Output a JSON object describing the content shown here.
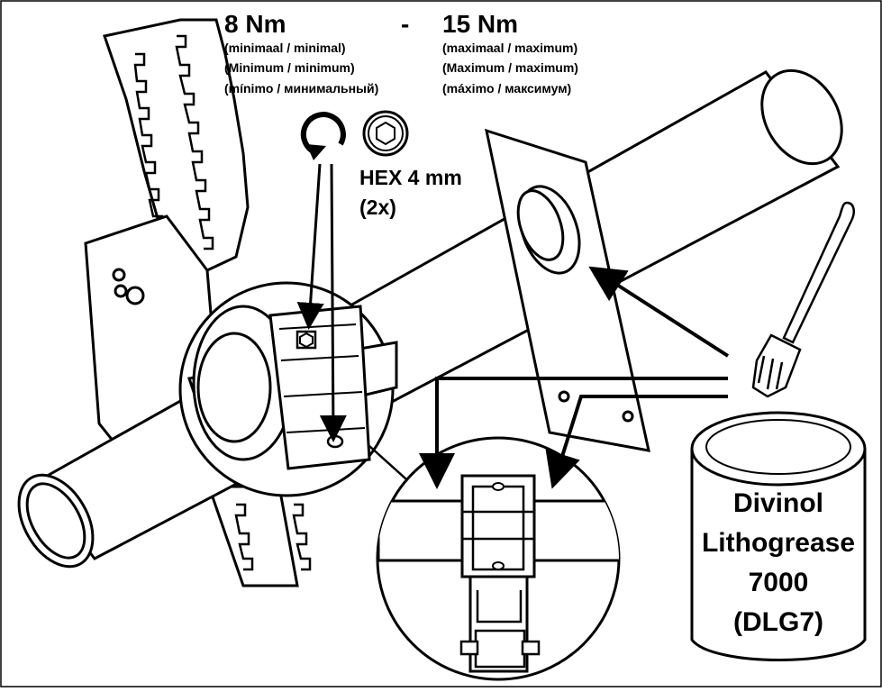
{
  "torque": {
    "min_value": "8 Nm",
    "separator": "-",
    "max_value": "15 Nm",
    "min_labels": [
      "(minimaal / minimal)",
      "(Minimum / minimum)",
      "(mínimo / минимальный)"
    ],
    "max_labels": [
      "(maximaal / maximum)",
      "(Maximum / maximum)",
      "(máximo / максимум)"
    ]
  },
  "hex": {
    "label": "HEX 4 mm",
    "count": "(2x)"
  },
  "grease": {
    "lines": [
      "Divinol",
      "Lithogrease",
      "7000",
      "(DLG7)"
    ]
  },
  "icons": [
    "rotate-clockwise-icon",
    "hex-socket-icon",
    "brush-icon",
    "grease-can-icon",
    "arrow-icon"
  ]
}
